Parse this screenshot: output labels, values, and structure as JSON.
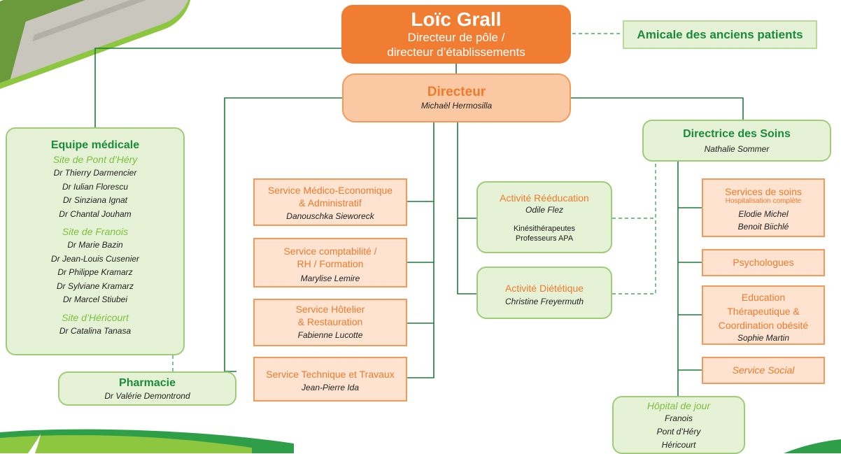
{
  "top": {
    "name": "Loïc Grall",
    "role_line1": "Directeur de pôle /",
    "role_line2": "directeur d’établissements"
  },
  "amicale": {
    "label": "Amicale des anciens patients"
  },
  "directeur": {
    "title": "Directeur",
    "name": "Michaël Hermosilla"
  },
  "equipe": {
    "title": "Equipe médicale",
    "sites": [
      {
        "name": "Site de Pont d’Héry",
        "doctors": [
          "Dr Thierry Darmencier",
          "Dr Iulian Florescu",
          "Dr Sinziana Ignat",
          "Dr Chantal Jouham"
        ]
      },
      {
        "name": "Site de Franois",
        "doctors": [
          "Dr Marie Bazin",
          "Dr Jean-Louis Cusenier",
          "Dr Philippe Kramarz",
          "Dr Sylviane Kramarz",
          "Dr Marcel Stiubei"
        ]
      },
      {
        "name": "Site d’Héricourt",
        "doctors": [
          "Dr Catalina Tanasa"
        ]
      }
    ]
  },
  "pharmacie": {
    "title": "Pharmacie",
    "name": "Dr Valérie Demontrond"
  },
  "services": {
    "medico": {
      "line1": "Service Médico-Economique",
      "line2": "& Administratif",
      "name": "Danouschka Sieworeck"
    },
    "compta": {
      "line1": "Service comptabilité /",
      "line2": "RH / Formation",
      "name": "Marylise Lemire"
    },
    "hotel": {
      "line1": "Service Hôtelier",
      "line2": "& Restauration",
      "name": "Fabienne Lucotte"
    },
    "tech": {
      "line1": "Service Technique et Travaux",
      "name": "Jean-Pierre Ida"
    }
  },
  "reeducation": {
    "title": "Activité Rééducation",
    "name": "Odile Flez",
    "line1": "Kinésithérapeutes",
    "line2": "Professeurs APA"
  },
  "dietetique": {
    "title": "Activité Diététique",
    "name": "Christine Freyermuth"
  },
  "soins": {
    "title": "Directrice des Soins",
    "name": "Nathalie Sommer"
  },
  "services_soins": {
    "title": "Services de soins",
    "sub": "Hospitalisation complète",
    "name1": "Elodie Michel",
    "name2": "Benoit Biichlé"
  },
  "psychologues": {
    "title": "Psychologues"
  },
  "education": {
    "line1": "Education",
    "line2": "Thérapeutique &",
    "line3": "Coordination obésité",
    "name": "Sophie Martin"
  },
  "social": {
    "title": "Service Social"
  },
  "hdj": {
    "title": "Hôpital de jour",
    "sites": [
      "Franois",
      "Pont d’Héry",
      "Héricourt"
    ]
  },
  "colors": {
    "orange": "#f07d32",
    "orange_light": "#fde3d0",
    "green": "#1a8a3c",
    "green_light": "#e6f2d6",
    "line": "#1f7a3f"
  }
}
